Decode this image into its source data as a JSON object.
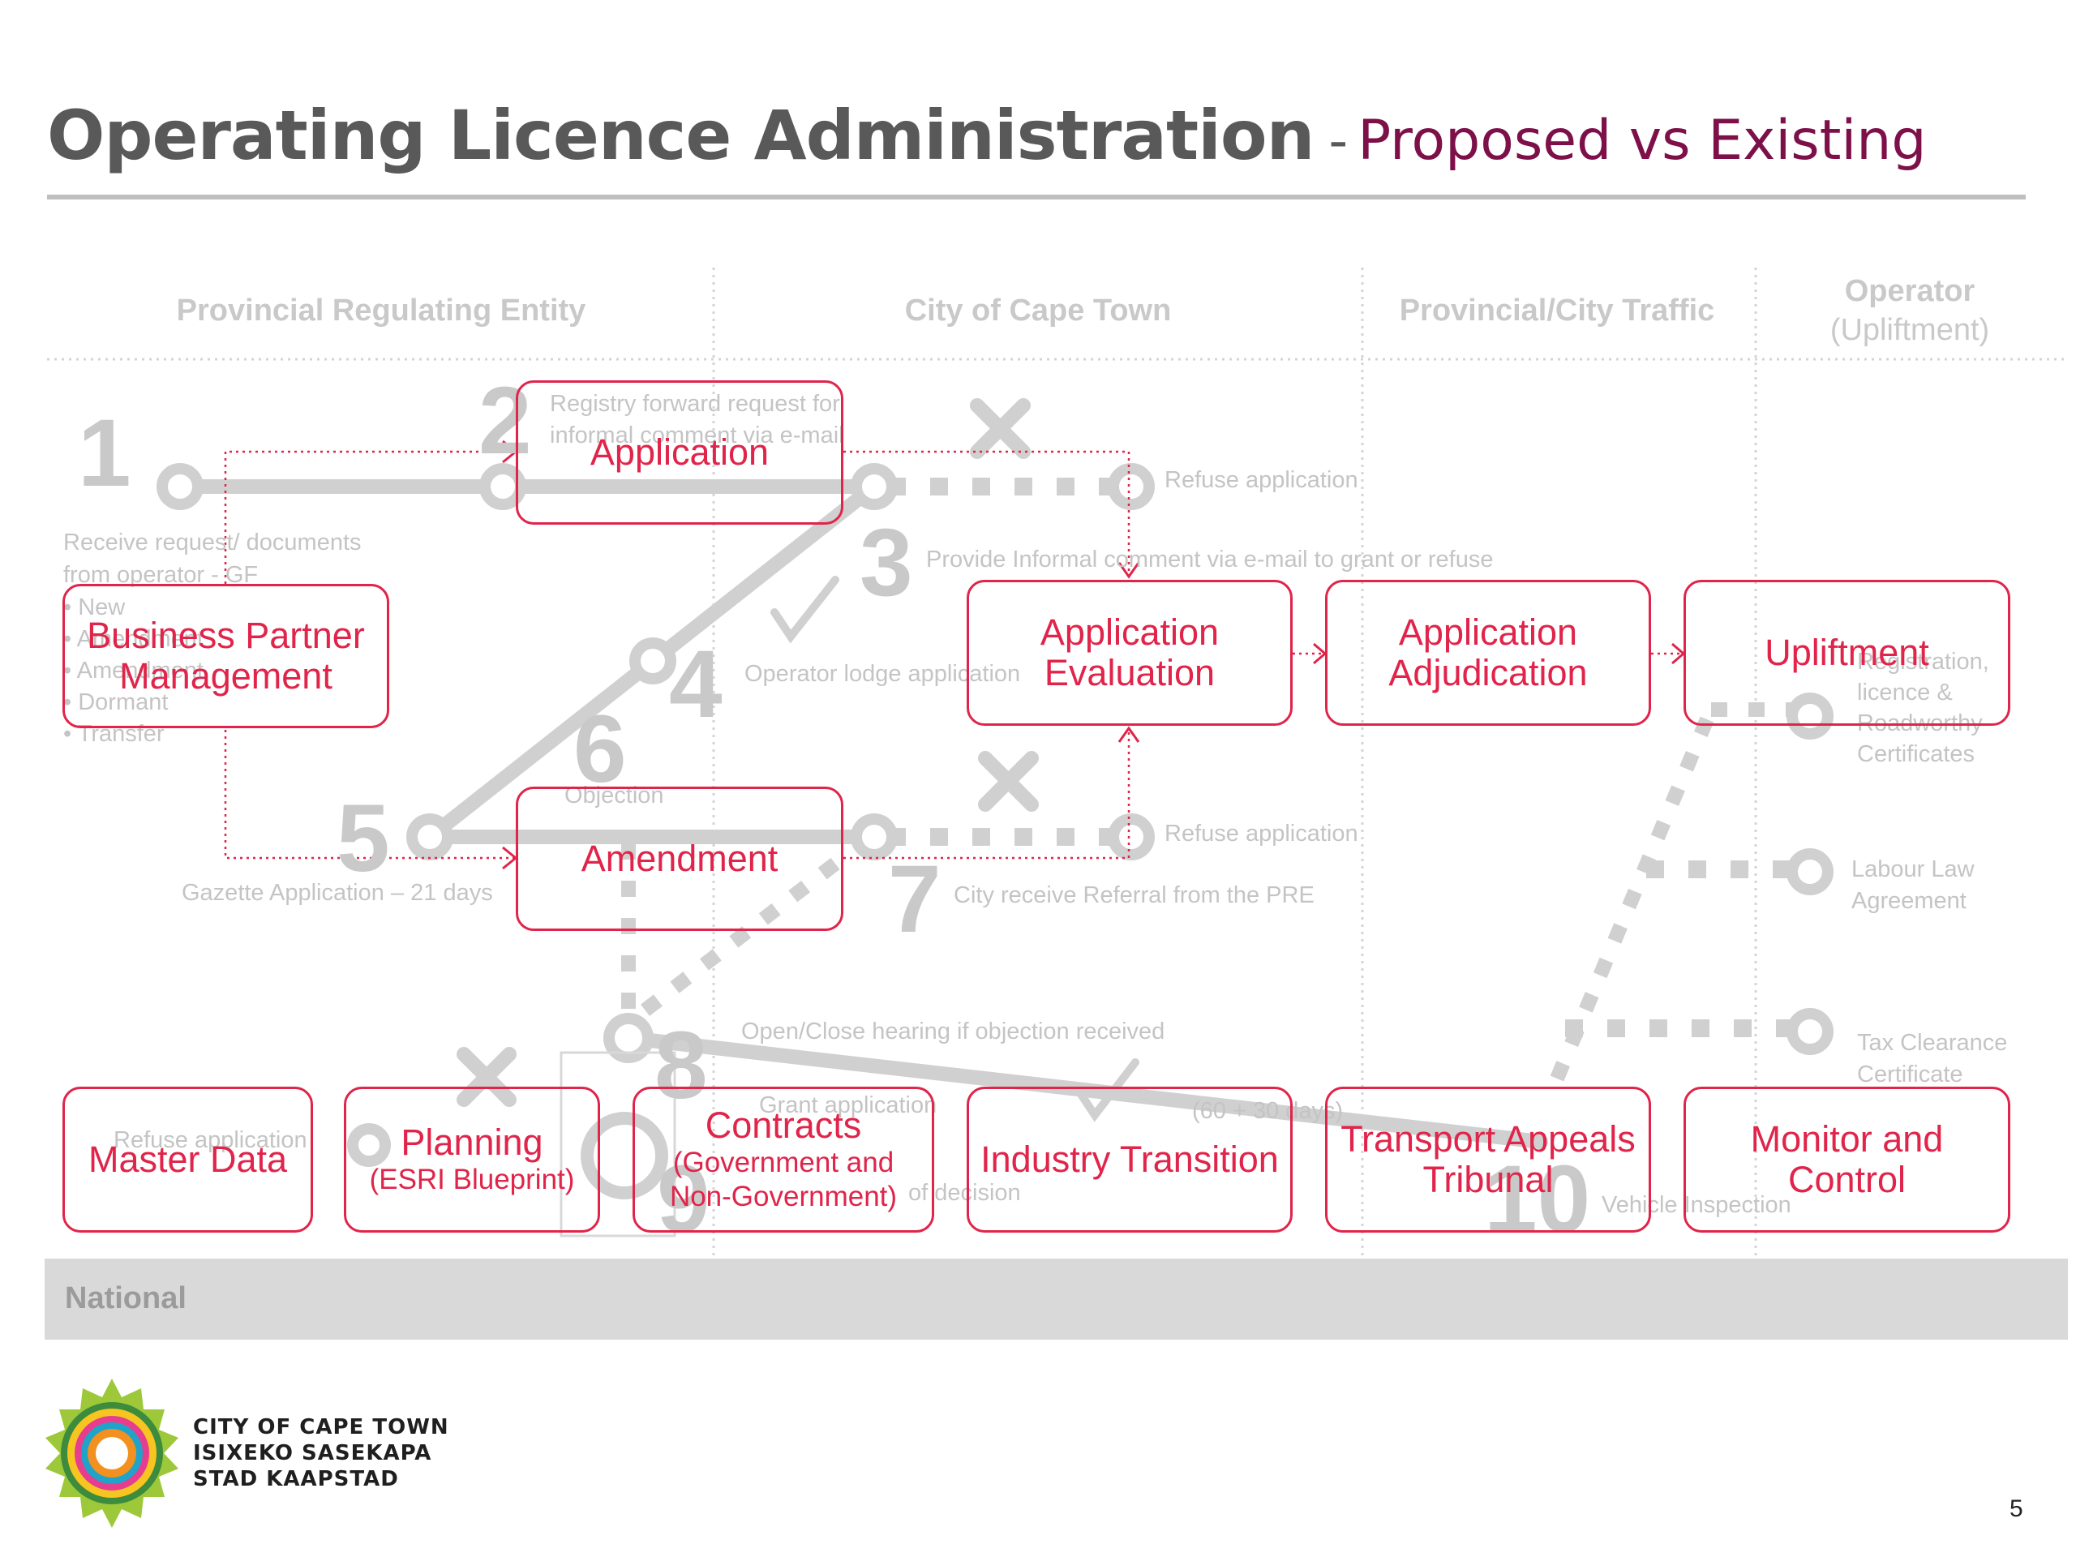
{
  "title": {
    "main": "Operating Licence Administration",
    "separator": "-",
    "subtitle": "Proposed vs Existing"
  },
  "lanes": [
    "Provincial Regulating Entity",
    "City of Cape Town",
    "Provincial/City Traffic",
    "Operator",
    "(Upliftment)"
  ],
  "existing_process": {
    "step_numbers": [
      "1",
      "2",
      "3",
      "4",
      "5",
      "6",
      "7",
      "8",
      "9",
      "10"
    ],
    "notes": {
      "receive": "Receive request/ documents",
      "from_operator": "from operator - GF",
      "bullets": [
        "New",
        "Amendment",
        "Amendment",
        "Dormant",
        "Transfer"
      ],
      "registry": "Registry forward  request for",
      "informal": "informal comment via e-mail",
      "refuse_top": "Refuse application",
      "provide": "Provide Informal comment via e-mail to grant or refuse",
      "lodge": "Operator lodge application",
      "objection": "Objection",
      "refuse_mid": "Refuse application",
      "gazette": "Gazette Application – 21 days",
      "referral": "City receive Referral from the  PRE",
      "hearing": "Open/Close hearing if objection received",
      "grant": "Grant application",
      "days": "(60 + 30 days)",
      "refuse_bottom": "Refuse application",
      "decision": "of decision",
      "vehicle": "Vehicle Inspection",
      "registration": "Registration,",
      "licence": "licence &",
      "roadworthy": "Roadworthy",
      "certificates": "Certificates",
      "labour1": "Labour Law",
      "labour2": "Agreement",
      "tax1": "Tax Clearance",
      "tax2": "Certificate"
    }
  },
  "boxes": {
    "application": "Application",
    "business_partner_line1": "Business Partner",
    "business_partner_line2": "Management",
    "evaluation_line1": "Application",
    "evaluation_line2": "Evaluation",
    "adjudication_line1": "Application",
    "adjudication_line2": "Adjudication",
    "upliftment": "Upliftment",
    "amendment": "Amendment",
    "master_data": "Master Data",
    "planning_line1": "Planning",
    "planning_line2": "(ESRI Blueprint)",
    "contracts_line1": "Contracts",
    "contracts_line2": "(Government and",
    "contracts_line3": "Non-Government)",
    "industry": "Industry Transition",
    "tribunal_line1": "Transport Appeals",
    "tribunal_line2": "Tribunal",
    "monitor_line1": "Monitor and",
    "monitor_line2": "Control"
  },
  "national": "National",
  "logo": {
    "line1": "CITY OF CAPE TOWN",
    "line2": "ISIXEKO SASEKAPA",
    "line3": "STAD KAAPSTAD"
  },
  "page_number": "5",
  "colors": {
    "accent": "#e0244a",
    "subtitle": "#7d1049",
    "title": "#595959",
    "faded": "#c9c9c9",
    "national_bar": "#d9d9d9"
  }
}
